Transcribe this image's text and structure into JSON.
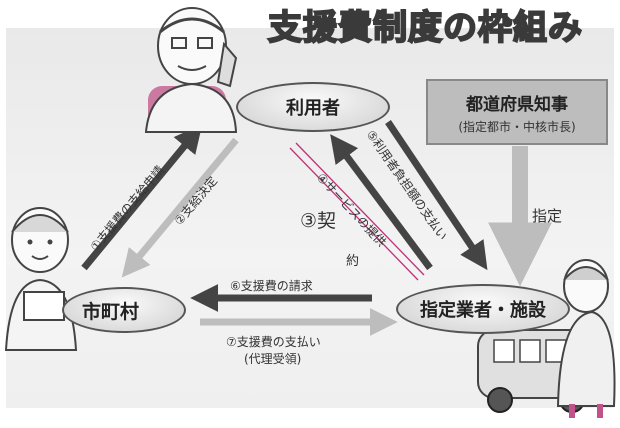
{
  "title": "支援費制度の枠組み",
  "nodes": {
    "user": "利用者",
    "city": "市町村",
    "provider": "指定業者・施設"
  },
  "governor": {
    "title": "都道府県知事",
    "subtitle": "(指定都市・中核市長)"
  },
  "arrows": {
    "designation": "指定",
    "step1": "①支援費の支給申請",
    "step2": "②支給決定",
    "step3_a": "③契",
    "step3_b": "約",
    "step4": "④サービスの提供",
    "step5": "⑤利用者負担額の支払い",
    "step6": "⑥支援費の請求",
    "step7": "⑦支援費の支払い",
    "step7_sub": "(代理受領)"
  },
  "colors": {
    "contract_line": "#c0307a",
    "arrow_dark": "#444444",
    "arrow_light": "#bdbdbd",
    "figure_accent": "#c2538a"
  }
}
